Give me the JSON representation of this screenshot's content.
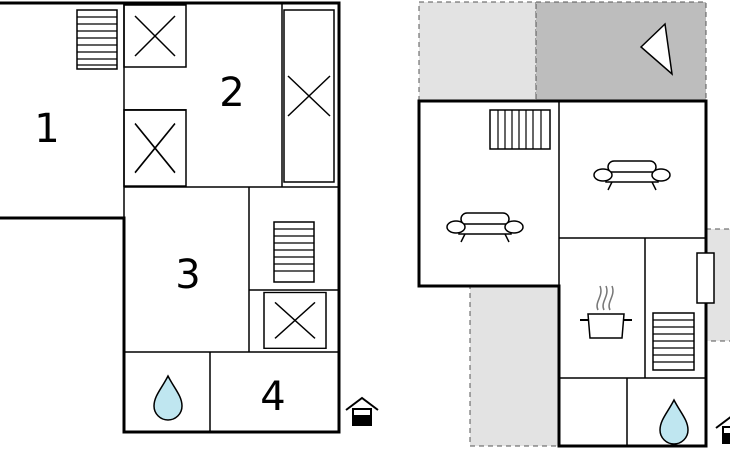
{
  "plans": {
    "left": {
      "rooms": [
        {
          "number": "1"
        },
        {
          "number": "2"
        },
        {
          "number": "3"
        },
        {
          "number": "4"
        }
      ]
    }
  },
  "colors": {
    "terrace_light": "#e3e3e3",
    "terrace_dark": "#bdbdbd",
    "water_drop": "#bfe6f0",
    "wall": "#000000",
    "background": "#ffffff"
  },
  "icons": [
    "stairs-icon",
    "bed-cross-icon",
    "sofa-icon",
    "cooking-pot-icon",
    "water-drop-icon",
    "entrance-icon",
    "compass-icon",
    "window-icon"
  ]
}
